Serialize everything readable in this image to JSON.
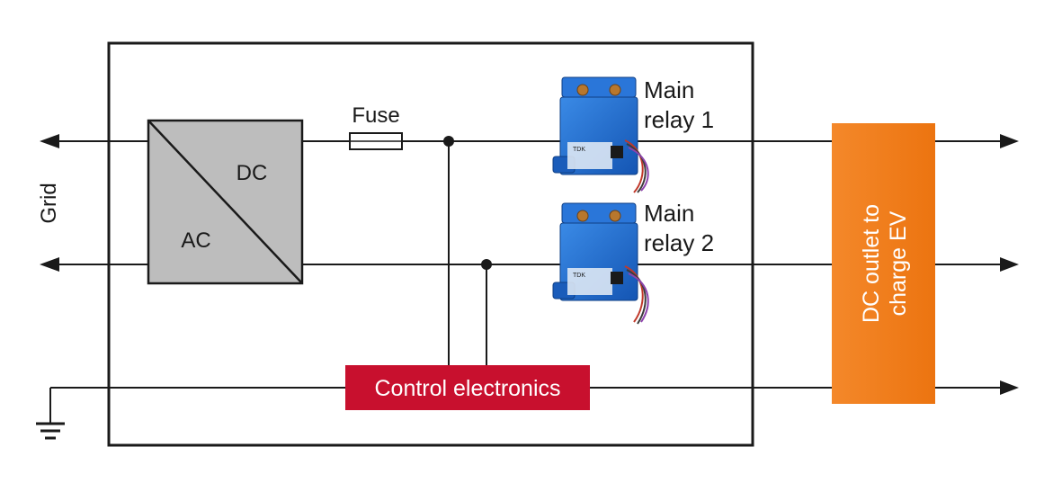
{
  "grid_label": "Grid",
  "converter": {
    "top_label": "DC",
    "bottom_label": "AC"
  },
  "fuse_label": "Fuse",
  "relay1": {
    "line1": "Main",
    "line2": "relay 1",
    "brand": "TDK"
  },
  "relay2": {
    "line1": "Main",
    "line2": "relay 2",
    "brand": "TDK"
  },
  "control_label": "Control electronics",
  "outlet": {
    "line1": "DC outlet to",
    "line2": "charge EV"
  },
  "colors": {
    "line": "#1a1a1a",
    "converter_fill": "#bdbdbd",
    "control_fill": "#c8102e",
    "outlet_fill": "#f07d12",
    "relay_blue": "#1f6fd1"
  }
}
